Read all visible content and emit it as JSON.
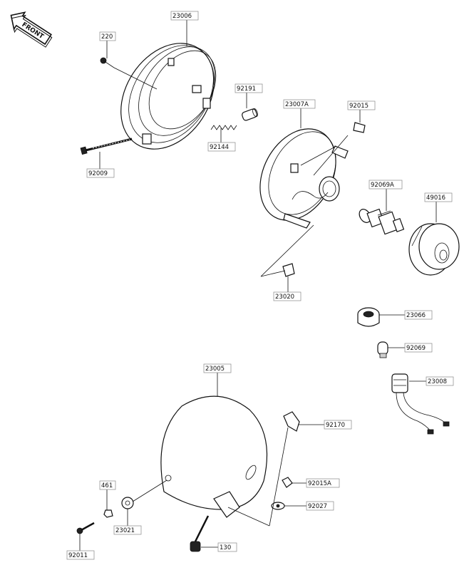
{
  "front_label": "FRONT",
  "parts": {
    "p23006": "23006",
    "p220": "220",
    "p92191": "92191",
    "p23007A": "23007A",
    "p92015": "92015",
    "p92144": "92144",
    "p92009": "92009",
    "p92069A": "92069A",
    "p49016": "49016",
    "p23020": "23020",
    "p23066": "23066",
    "p92069": "92069",
    "p23008": "23008",
    "p23005": "23005",
    "p92170": "92170",
    "p461": "461",
    "p92015A": "92015A",
    "p92027": "92027",
    "p23021": "23021",
    "p92011": "92011",
    "p130": "130"
  }
}
